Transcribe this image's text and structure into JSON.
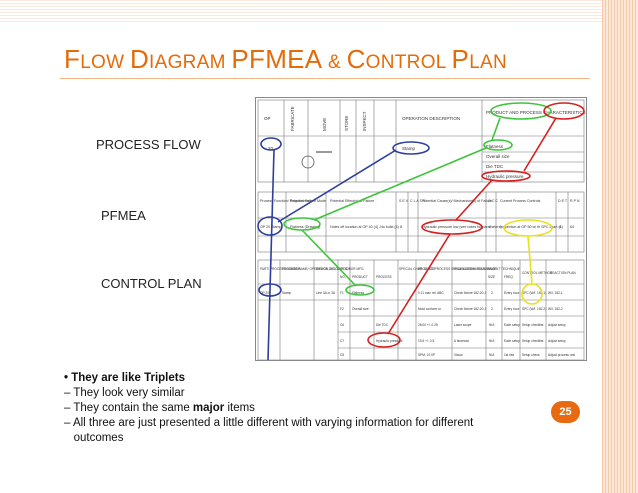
{
  "slide": {
    "title_parts": [
      {
        "cap": "F",
        "rest": "LOW "
      },
      {
        "cap": "D",
        "rest": "IAGRAM "
      },
      {
        "cap": "PFMEA",
        "rest": " & "
      },
      {
        "cap": "C",
        "rest": "ONTROL "
      },
      {
        "cap": "P",
        "rest": "LAN"
      }
    ],
    "labels": {
      "process_flow": "PROCESS FLOW",
      "pfmea": "PFMEA",
      "control_plan": "CONTROL PLAN"
    },
    "bullets": {
      "b1": "• They are like Triplets",
      "b2": "– They look very similar",
      "b3_pre": "– They contain the same ",
      "b3_bold": "major",
      "b3_post": " items",
      "b4": "– All three are just presented  a little different with varying information for different",
      "b5": "   outcomes"
    },
    "page_number": "25",
    "colors": {
      "accent": "#e36c0a",
      "badge": "#e86a10",
      "blue_link": "#2c3e9e",
      "green_link": "#3cc43c",
      "red_link": "#d42020",
      "yellow_link": "#e8e020"
    }
  },
  "process_flow_table": {
    "headers": [
      "OP",
      "FABRICATE",
      "MOVE",
      "STORE",
      "INSPECT",
      "OPERATION DESCRIPTION",
      "PRODUCT AND PROCESS CHARACTERISTICS"
    ],
    "op": "20",
    "operation": "Stamp",
    "characteristics": [
      "Flatness",
      "Overall size",
      "Die TDC",
      "Hydraulic pressure"
    ]
  },
  "pfmea_table": {
    "headers": [
      "Process Function/ Require-ment",
      "Potential Failure Mode",
      "Potential Effect(s) of Failure",
      "S E V",
      "C L A S S",
      "Potential Cause(s)/ Mechanism(s) of Failure",
      "O C C",
      "Current Process Controls",
      "D E T",
      "R P N"
    ],
    "row": [
      "OP 20 Stamp",
      "Flatness (Drawing)",
      "Holes off location at OP 40 (4) -No build (4)",
      "8",
      "",
      "Hydraulic pressure low (see notes for parameters)",
      "2",
      "Inspection at OP 50 w/ th SPC chart (4)",
      "4",
      "64"
    ]
  },
  "control_plan_table": {
    "headers": [
      "PART/ PROCESS NUMBER",
      "PROCESS NAME/ OPERATION DESCRIPTION",
      "DEVICE, JIG, TOOLS, FOR MFG.",
      "NO.",
      "PRODUCT",
      "PROCESS",
      "SPECIAL CHAR. CLASS",
      "PRODUCT/PROCESS SPECIFICATION/ TOLERANCE",
      "EVALUATION/ MEASUREMENT TECHNIQUE",
      "SIZE",
      "FREQ",
      "CONTROL METHOD",
      "REACTION PLAN"
    ],
    "rows": [
      [
        "OP 20",
        "Stamp",
        "Line 3A or 3A",
        "F1",
        "Flatness",
        "",
        "",
        "0.11 max ref. ABC",
        "Check fixture 182-20-1",
        "2",
        "Every hour",
        "SPC (W/I. 182-1)",
        "W/I. 182-1"
      ],
      [
        "",
        "",
        "",
        "F2",
        "Overall size",
        "",
        "",
        "Must conform to",
        "Check fixture 182-20-1",
        "2",
        "Every hour",
        "SPC (W/I. 182-2)",
        "W/I. 182-2"
      ],
      [
        "",
        "",
        "",
        "C6",
        "",
        "Die TDC",
        "",
        "28.00 +/- 0.25",
        "Laser scope",
        "N/A",
        "Each setup",
        "Setup checklist",
        "Adjust setup"
      ],
      [
        "",
        "",
        "",
        "C7",
        "",
        "Hydraulic pressure",
        "",
        "15.5 +/- 0.5",
        "A tinamost",
        "N/A",
        "Each setup",
        "Setup checklist",
        "Adjust setup"
      ],
      [
        "",
        "",
        "",
        "C8",
        "",
        "",
        "",
        "SPM, 10.0P",
        "Visual",
        "N/A",
        "1st rise",
        "Setup check",
        "Adjust process unit"
      ]
    ]
  }
}
